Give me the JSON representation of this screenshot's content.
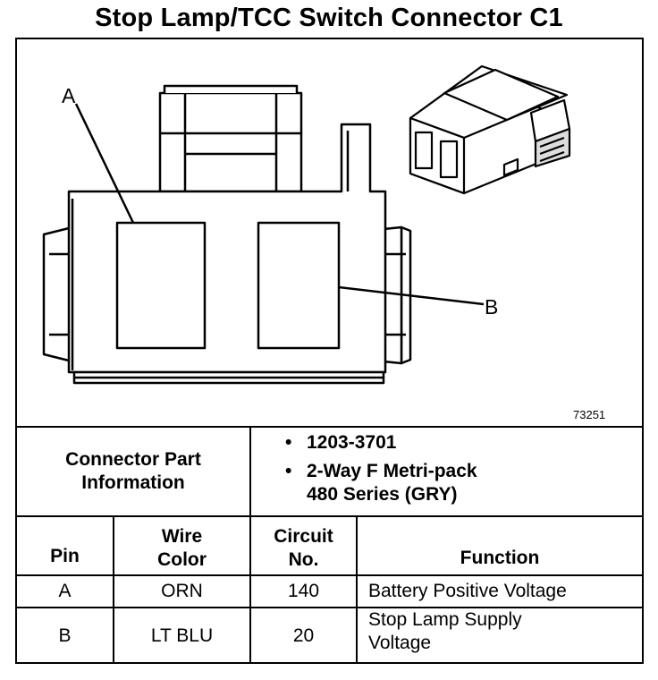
{
  "title": "Stop Lamp/TCC Switch Connector C1",
  "diagram": {
    "callout_a": "A",
    "callout_b": "B",
    "figure_number": "73251"
  },
  "connector_info": {
    "label": [
      "Connector Part",
      "Information"
    ],
    "bullets": [
      "1203-3701",
      "2-Way F Metri-pack",
      "480 Series (GRY)"
    ],
    "bullet_glyph": "•"
  },
  "table": {
    "headers": {
      "pin": "Pin",
      "wire_color": [
        "Wire",
        "Color"
      ],
      "circuit": [
        "Circuit",
        "No."
      ],
      "function": "Function"
    },
    "rows": [
      {
        "pin": "A",
        "wire_color": "ORN",
        "circuit": "140",
        "function": [
          "Battery Positive Voltage"
        ]
      },
      {
        "pin": "B",
        "wire_color": "LT BLU",
        "circuit": "20",
        "function": [
          "Stop Lamp Supply",
          "Voltage"
        ]
      }
    ]
  }
}
